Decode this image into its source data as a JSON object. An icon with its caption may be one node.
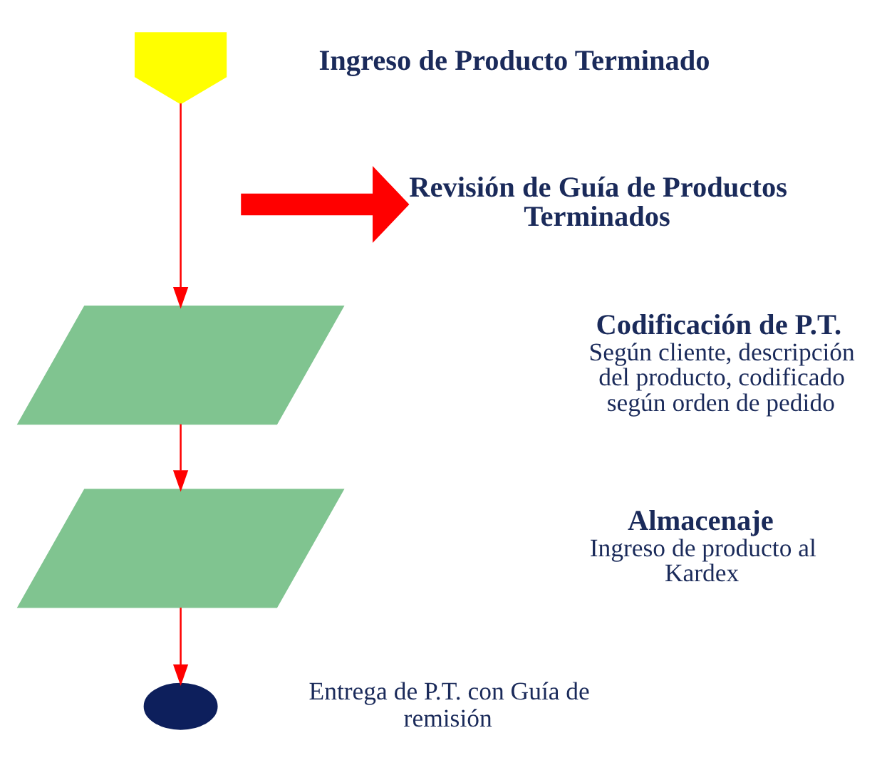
{
  "diagram": {
    "nodes": [
      {
        "text": [],
        "shape": "pentagon",
        "beside": [
          "Ingreso de Producto Terminado"
        ]
      },
      {
        "text": [
          "Revisión de Guía de Productos Terminados"
        ]
      },
      {
        "text": [],
        "shape": "parallelogram",
        "beside": [
          "Codificación de P.T.",
          "Según cliente, descripción del producto, codificado según orden de pedido"
        ]
      },
      {
        "text": [],
        "shape": "parallelogram",
        "beside": [
          "Almacenaje",
          "Ingreso de producto al Kardex"
        ]
      },
      {
        "text": [],
        "shape": "circle",
        "beside": [
          "Entrega de P.T. con Guía de remisión"
        ]
      }
    ],
    "edges": [
      {
        "from": 0,
        "to": 2,
        "arrow": "to"
      },
      {
        "from": null,
        "to": 1,
        "arrow": "to",
        "style": "thick"
      },
      {
        "from": 2,
        "to": 3,
        "arrow": "to"
      },
      {
        "from": 3,
        "to": 4,
        "arrow": "to"
      }
    ]
  }
}
